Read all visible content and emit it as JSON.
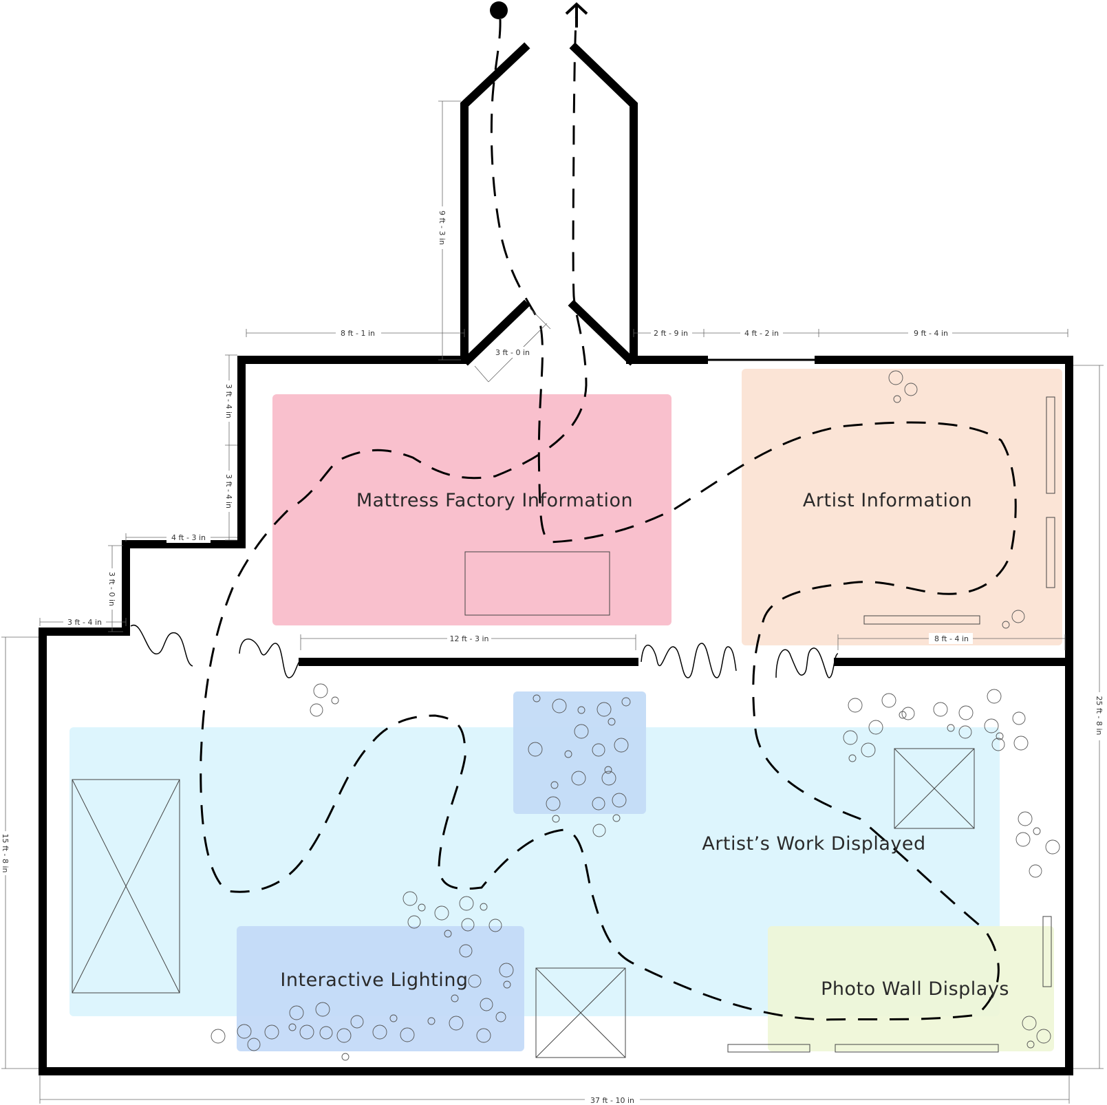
{
  "zones": {
    "mattress": {
      "label": "Mattress Factory Information",
      "color": "#f9c0cd"
    },
    "artist_info": {
      "label": "Artist Information",
      "color": "#fbe4d6"
    },
    "work": {
      "label": "Artist’s Work Displayed",
      "color": "#ddf5fd"
    },
    "lighting": {
      "label": "Interactive Lighting",
      "color": "#c2d9f7"
    },
    "lighting_top": {
      "label": "",
      "color": "#c3dbf7"
    },
    "photo": {
      "label": "Photo Wall Displays",
      "color": "#eef6d6"
    }
  },
  "dimensions": {
    "entry_length": "9 ft - 3 in",
    "top_left": "8 ft - 1 in",
    "doorway": "3 ft - 0 in",
    "top_mid1": "2 ft - 9 in",
    "top_mid2": "4 ft - 2 in",
    "top_right": "9 ft - 4 in",
    "left_step1": "3 ft - 4 in",
    "left_step2": "3 ft - 4 in",
    "step_h1": "4 ft - 3 in",
    "left_step3": "3 ft - 0 in",
    "step_h2": "3 ft - 4 in",
    "divider": "12 ft - 3 in",
    "right_divider": "8 ft - 4 in",
    "left_height": "15 ft - 8 in",
    "right_height": "25 ft - 8 in",
    "total_width": "37 ft - 10 in"
  },
  "colors": {
    "wall": "#000000",
    "path": "#000000"
  }
}
